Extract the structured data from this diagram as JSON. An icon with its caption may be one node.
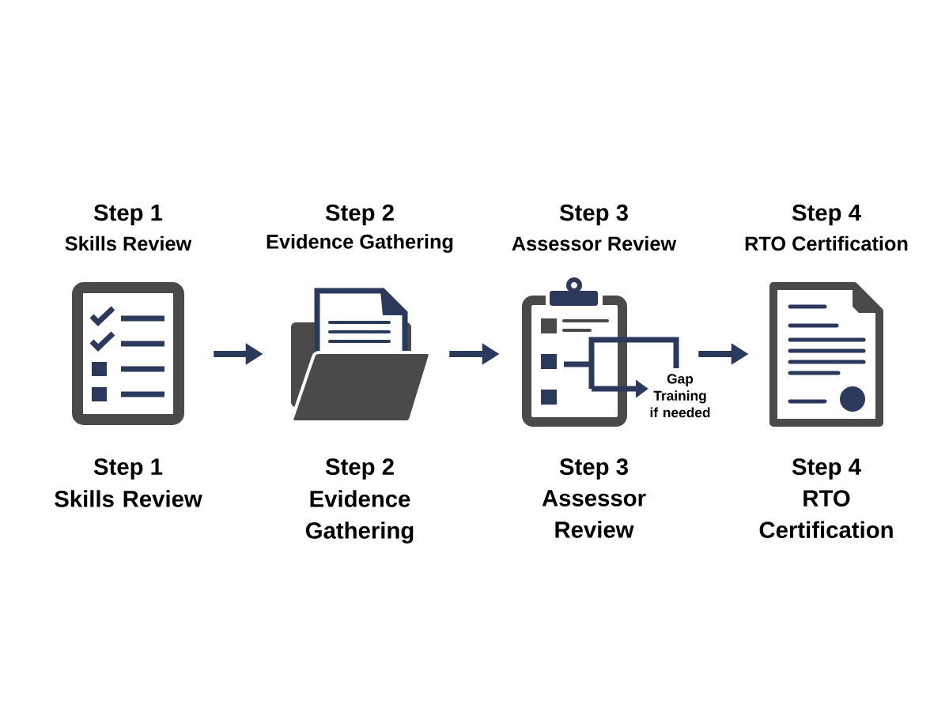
{
  "diagram": {
    "nodes": [
      {
        "text": [
          "Step 1",
          "Skills Review"
        ],
        "beside": [
          "Step 1",
          "Skills Review"
        ]
      },
      {
        "text": [
          "Step 2",
          "Evidence Gathering"
        ],
        "beside": [
          "Step 2",
          "Evidence Gathering"
        ]
      },
      {
        "text": [
          "Step 3",
          "Assessor Review"
        ],
        "beside": [
          "Step 3",
          "Assessor Review"
        ]
      },
      {
        "text": [
          "Step 4",
          "RTO Certification"
        ],
        "beside": [
          "Step 4",
          "RTO Certification"
        ]
      }
    ],
    "edges": [
      {
        "from": 0,
        "to": 1,
        "arrow": "to"
      },
      {
        "from": 1,
        "to": 2,
        "arrow": "to"
      },
      {
        "from": 2,
        "to": 3,
        "arrow": "to"
      }
    ],
    "labels": [
      "Gap Training if needed"
    ]
  }
}
